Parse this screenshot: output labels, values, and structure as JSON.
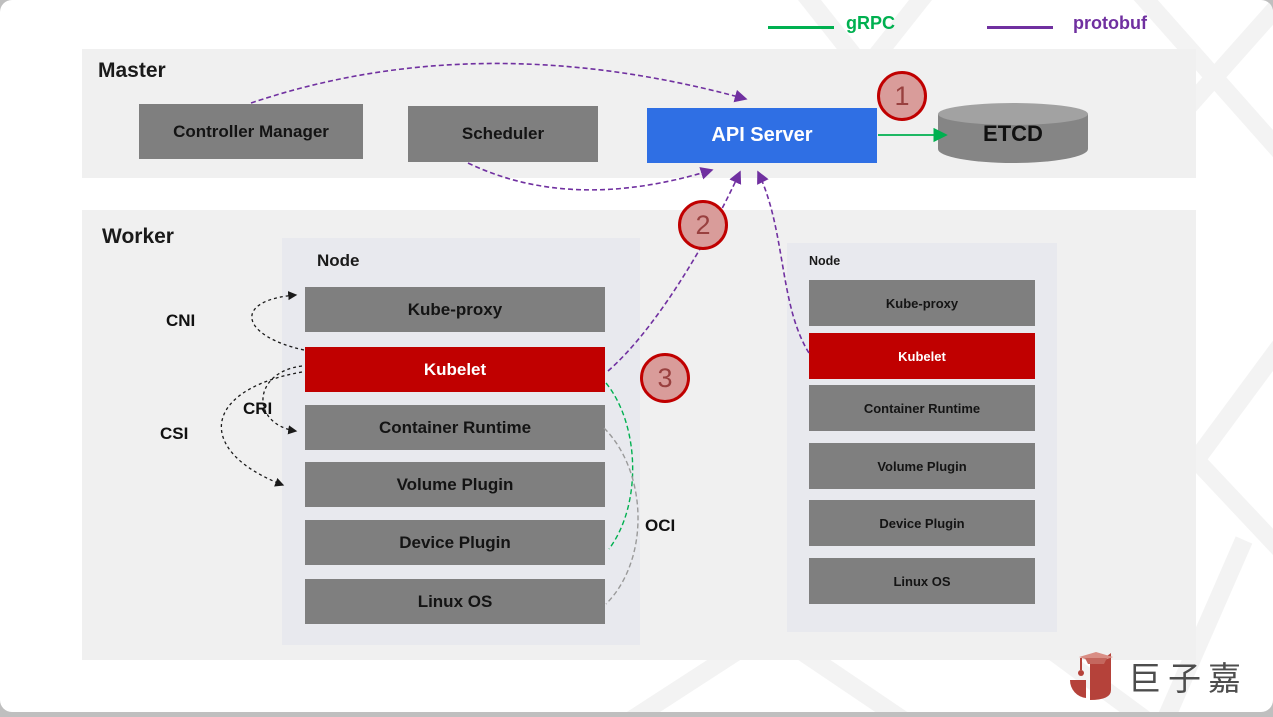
{
  "legend": {
    "grpc": {
      "label": "gRPC",
      "color": "#00b050"
    },
    "protobuf": {
      "label": "protobuf",
      "color": "#7030a0"
    }
  },
  "master": {
    "title": "Master",
    "controller_manager": "Controller Manager",
    "scheduler": "Scheduler",
    "api_server": "API Server",
    "etcd": "ETCD"
  },
  "worker": {
    "title": "Worker",
    "left_node": {
      "label": "Node",
      "items": [
        "Kube-proxy",
        "Kubelet",
        "Container Runtime",
        "Volume Plugin",
        "Device Plugin",
        "Linux OS"
      ]
    },
    "right_node": {
      "label": "Node",
      "items": [
        "Kube-proxy",
        "Kubelet",
        "Container Runtime",
        "Volume Plugin",
        "Device Plugin",
        "Linux OS"
      ]
    },
    "interfaces": {
      "cni": "CNI",
      "csi": "CSI",
      "cri": "CRI",
      "oci": "OCI"
    }
  },
  "steps": [
    {
      "label": "1"
    },
    {
      "label": "2"
    },
    {
      "label": "3"
    }
  ],
  "logo": {
    "text": "巨子嘉"
  },
  "colors": {
    "grpc_green": "#00b050",
    "protobuf_purple": "#7030a0",
    "kubelet_red": "#c00000",
    "api_server_blue": "#2f6fe4",
    "component_gray": "#7f7f7f",
    "section_gray": "#f0f0f0",
    "node_panel_gray": "#e8e9ee",
    "step_circle_fill": "#d99c9a",
    "step_circle_border": "#c00000"
  }
}
